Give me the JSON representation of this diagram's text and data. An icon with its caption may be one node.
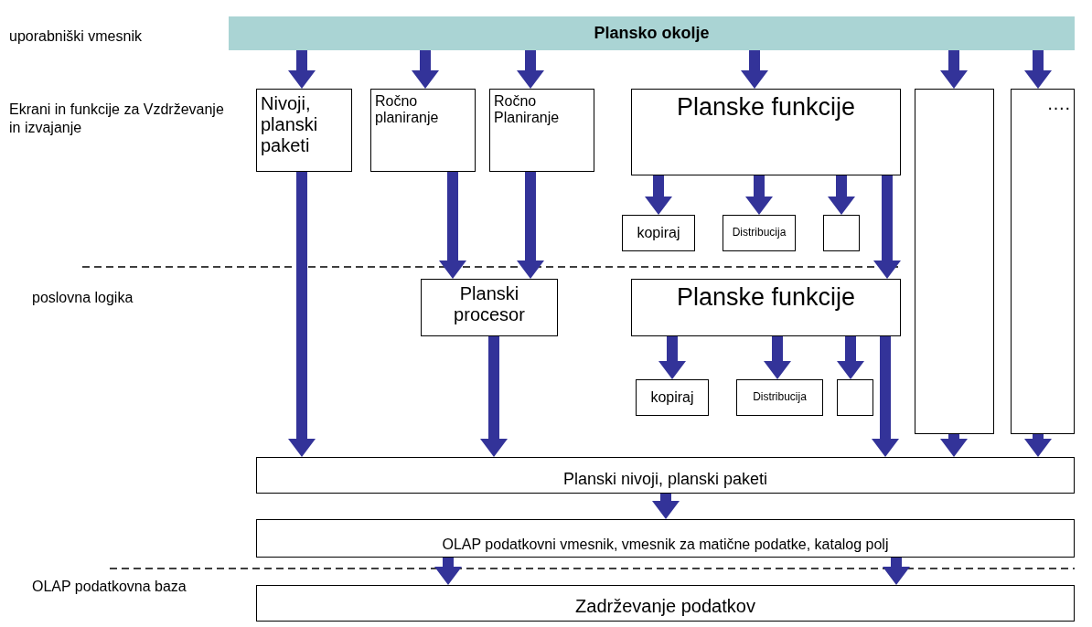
{
  "diagram": {
    "nodes": [
      {
        "text": [
          "Plansko okolje"
        ]
      },
      {
        "text": [
          "Nivoji, planski paketi"
        ]
      },
      {
        "text": [
          "Ročno planiranje"
        ]
      },
      {
        "text": [
          "Ročno Planiranje"
        ]
      },
      {
        "text": [
          "Planske funkcije"
        ]
      },
      {
        "text": [
          "kopiraj"
        ]
      },
      {
        "text": [
          "Distribucija"
        ]
      },
      {
        "text": [],
        "shape": "box"
      },
      {
        "text": [],
        "shape": "box"
      },
      {
        "text": [
          "…."
        ]
      },
      {
        "text": [
          "Planski procesor"
        ]
      },
      {
        "text": [
          "Planske funkcije"
        ]
      },
      {
        "text": [
          "kopiraj"
        ]
      },
      {
        "text": [
          "Distribucija"
        ]
      },
      {
        "text": [],
        "shape": "box"
      },
      {
        "text": [
          "Planski nivoji, planski paketi"
        ]
      },
      {
        "text": [
          "OLAP podatkovni vmesnik, vmesnik za matične podatke, katalog polj"
        ]
      },
      {
        "text": [
          "Zadrževanje podatkov"
        ]
      }
    ],
    "edges": [
      {
        "from": 0,
        "to": 1,
        "arrow": "to"
      },
      {
        "from": 0,
        "to": 2,
        "arrow": "to"
      },
      {
        "from": 0,
        "to": 3,
        "arrow": "to"
      },
      {
        "from": 0,
        "to": 4,
        "arrow": "to"
      },
      {
        "from": 0,
        "to": 8,
        "arrow": "to"
      },
      {
        "from": 0,
        "to": 9,
        "arrow": "to"
      },
      {
        "from": 1,
        "to": 15,
        "arrow": "to"
      },
      {
        "from": 2,
        "to": 10,
        "arrow": "to"
      },
      {
        "from": 3,
        "to": 10,
        "arrow": "to"
      },
      {
        "from": 4,
        "to": 5,
        "arrow": "to"
      },
      {
        "from": 4,
        "to": 6,
        "arrow": "to"
      },
      {
        "from": 4,
        "to": 7,
        "arrow": "to"
      },
      {
        "from": 4,
        "to": 11,
        "arrow": "to"
      },
      {
        "from": 10,
        "to": 15,
        "arrow": "to"
      },
      {
        "from": 11,
        "to": 12,
        "arrow": "to"
      },
      {
        "from": 11,
        "to": 13,
        "arrow": "to"
      },
      {
        "from": 11,
        "to": 14,
        "arrow": "to"
      },
      {
        "from": 11,
        "to": 15,
        "arrow": "to"
      },
      {
        "from": 8,
        "to": 15,
        "arrow": "to"
      },
      {
        "from": 9,
        "to": 15,
        "arrow": "to"
      },
      {
        "from": 15,
        "to": 16,
        "arrow": "to"
      },
      {
        "from": 16,
        "to": 17,
        "arrow": "to"
      },
      {
        "from": 16,
        "to": 17,
        "arrow": "to"
      }
    ],
    "labels": [
      "uporabniški vmesnik",
      "Ekrani in funkcije za Vzdrževanje in izvajanje",
      "poslovna logika",
      "OLAP podatkovna baza"
    ]
  }
}
